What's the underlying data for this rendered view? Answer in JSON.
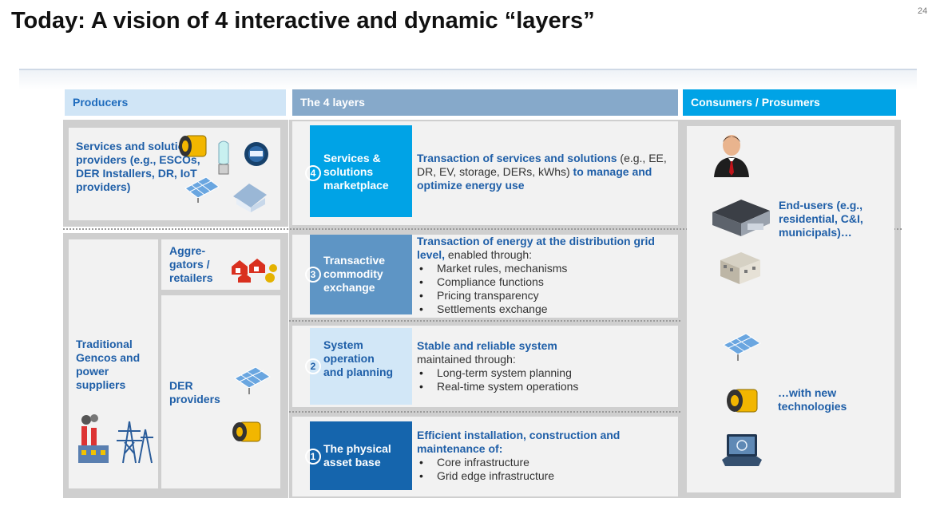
{
  "title": "Today:  A vision of 4 interactive and dynamic “layers”",
  "page_number": "24",
  "headers": {
    "producers": "Producers",
    "layers": "The 4 layers",
    "consumers": "Consumers / Prosumers"
  },
  "producers": {
    "service_providers": "Services and solution providers (e.g., ESCOs, DER Installers, DR, IoT providers)",
    "aggregators": "Aggre-gators / retailers",
    "traditional": "Traditional Gencos and power suppliers",
    "der": "DER providers"
  },
  "layers": [
    {
      "number": "4",
      "name": "Services & solutions marketplace",
      "color": "#00a3e6",
      "head_hl": "Transaction of services and solutions",
      "head_plain": "(e.g., EE, DR, EV, storage, DERs, kWhs)",
      "head_hl2": "to manage and optimize energy use",
      "bullets": []
    },
    {
      "number": "3",
      "name": "Transactive commodity exchange",
      "color": "#5e95c5",
      "head_hl": "Transaction of energy at the distribution grid level,",
      "head_plain": "enabled through:",
      "head_hl2": "",
      "bullets": [
        "Market rules, mechanisms",
        "Compliance functions",
        "Pricing transparency",
        "Settlements exchange"
      ]
    },
    {
      "number": "2",
      "name": "System operation and planning",
      "color": "#d2e7f7",
      "head_hl": "Stable and reliable system",
      "head_plain": "maintained through:",
      "head_hl2": "",
      "bullets": [
        "Long-term system planning",
        "Real-time system operations"
      ]
    },
    {
      "number": "1",
      "name": "The physical asset base",
      "color": "#1565ad",
      "head_hl": "Efficient installation, construction and maintenance of:",
      "head_plain": "",
      "head_hl2": "",
      "bullets": [
        "Core infrastructure",
        "Grid edge infrastructure"
      ]
    }
  ],
  "consumers": {
    "end_users": "End-users (e.g., residential, C&I, municipals)…",
    "new_tech": "…with new technologies"
  },
  "icons": [
    "person-icon",
    "warehouse-icon",
    "office-building-icon",
    "solar-panel-icon",
    "battery-icon",
    "laptop-icon",
    "light-bulb-icon",
    "smart-meter-icon",
    "house-icon",
    "power-plant-icon",
    "transmission-tower-icon",
    "houses-cluster-icon"
  ]
}
